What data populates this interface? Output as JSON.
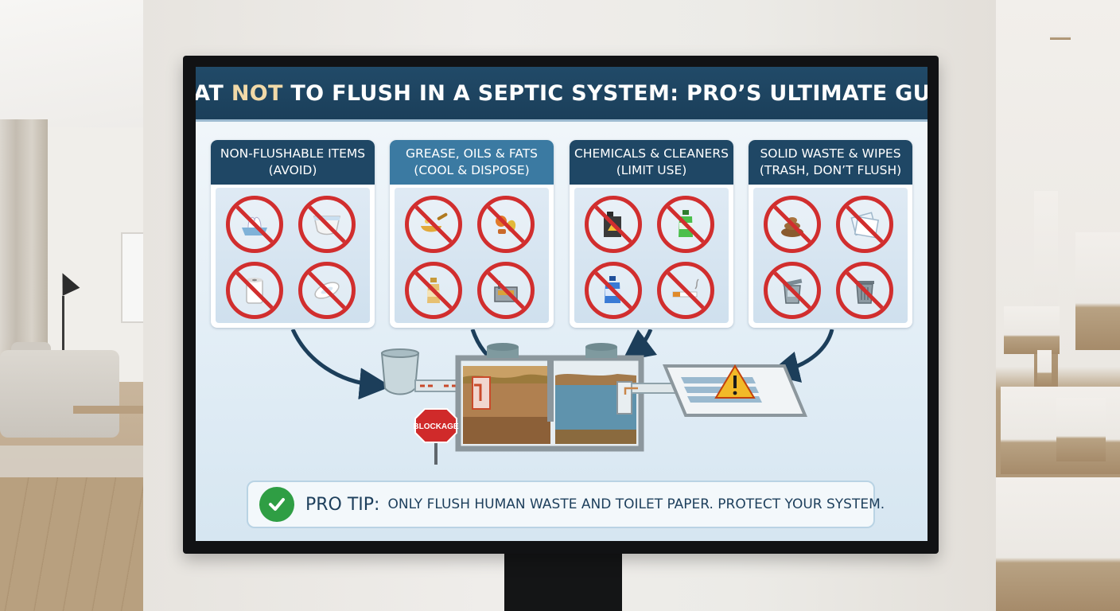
{
  "title": {
    "prefix": "WHAT ",
    "highlight": "NOT",
    "suffix": " TO FLUSH IN A SEPTIC SYSTEM: PRO’S ULTIMATE GUIDE"
  },
  "categories": [
    {
      "line1": "NON-FLUSHABLE ITEMS",
      "line2": "(AVOID)",
      "icons": [
        "tissue-icon",
        "diaper-icon",
        "paper-towel-icon",
        "sanitary-pad-icon"
      ]
    },
    {
      "line1": "GREASE, OILS & FATS",
      "line2": "(COOL & DISPOSE)",
      "icons": [
        "cooking-oil-icon",
        "food-scraps-icon",
        "oil-bottle-icon",
        "fryer-icon"
      ]
    },
    {
      "line1": "CHEMICALS & CLEANERS",
      "line2": "(LIMIT USE)",
      "icons": [
        "chemical-jug-icon",
        "cleaner-bottle-icon",
        "bleach-bottle-icon",
        "cigarette-icon"
      ]
    },
    {
      "line1": "SOLID WASTE & WIPES",
      "line2": "(TRASH, DON’T FLUSH)",
      "icons": [
        "solid-waste-icon",
        "wipes-icon",
        "trash-bin-open-icon",
        "trash-can-icon"
      ]
    }
  ],
  "diagram": {
    "blockage_sign": "BLOCKAGE"
  },
  "pro_tip": {
    "label": "PRO TIP:",
    "text": "ONLY FLUSH HUMAN WASTE AND TOILET PAPER. PROTECT YOUR SYSTEM."
  },
  "colors": {
    "header_dark": "#1f4765",
    "header_mid": "#3b7aa2",
    "prohibit_red": "#d12e2e",
    "tip_green": "#2f9e44"
  }
}
